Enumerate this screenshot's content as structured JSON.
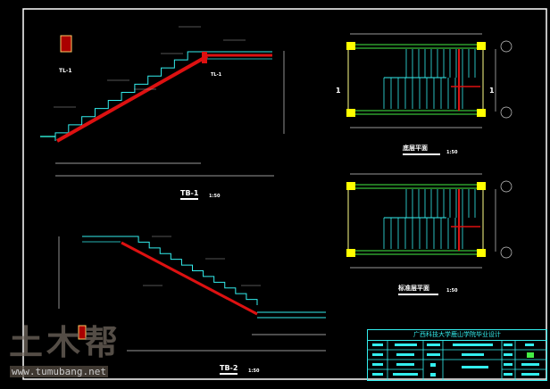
{
  "drawing": {
    "tb1_label": "TB-1",
    "tb1_scale": "1:50",
    "tb2_label": "TB-2",
    "tb2_scale": "1:50",
    "tl1_label": "TL-1",
    "plan_ground_label": "底层平面",
    "plan_ground_scale": "1:50",
    "plan_std_label": "标准层平面",
    "plan_std_scale": "1:50",
    "axis_marker": "1"
  },
  "title_block": {
    "title": "广西科技大学鹿山学院毕业设计"
  },
  "watermark": {
    "logo": "土木帮",
    "url": "www.tumubang.net"
  },
  "colors": {
    "cyan": "#33eeee",
    "red": "#dd1111",
    "green": "#44ee44",
    "yellow": "#ffff00",
    "white": "#ffffff"
  }
}
